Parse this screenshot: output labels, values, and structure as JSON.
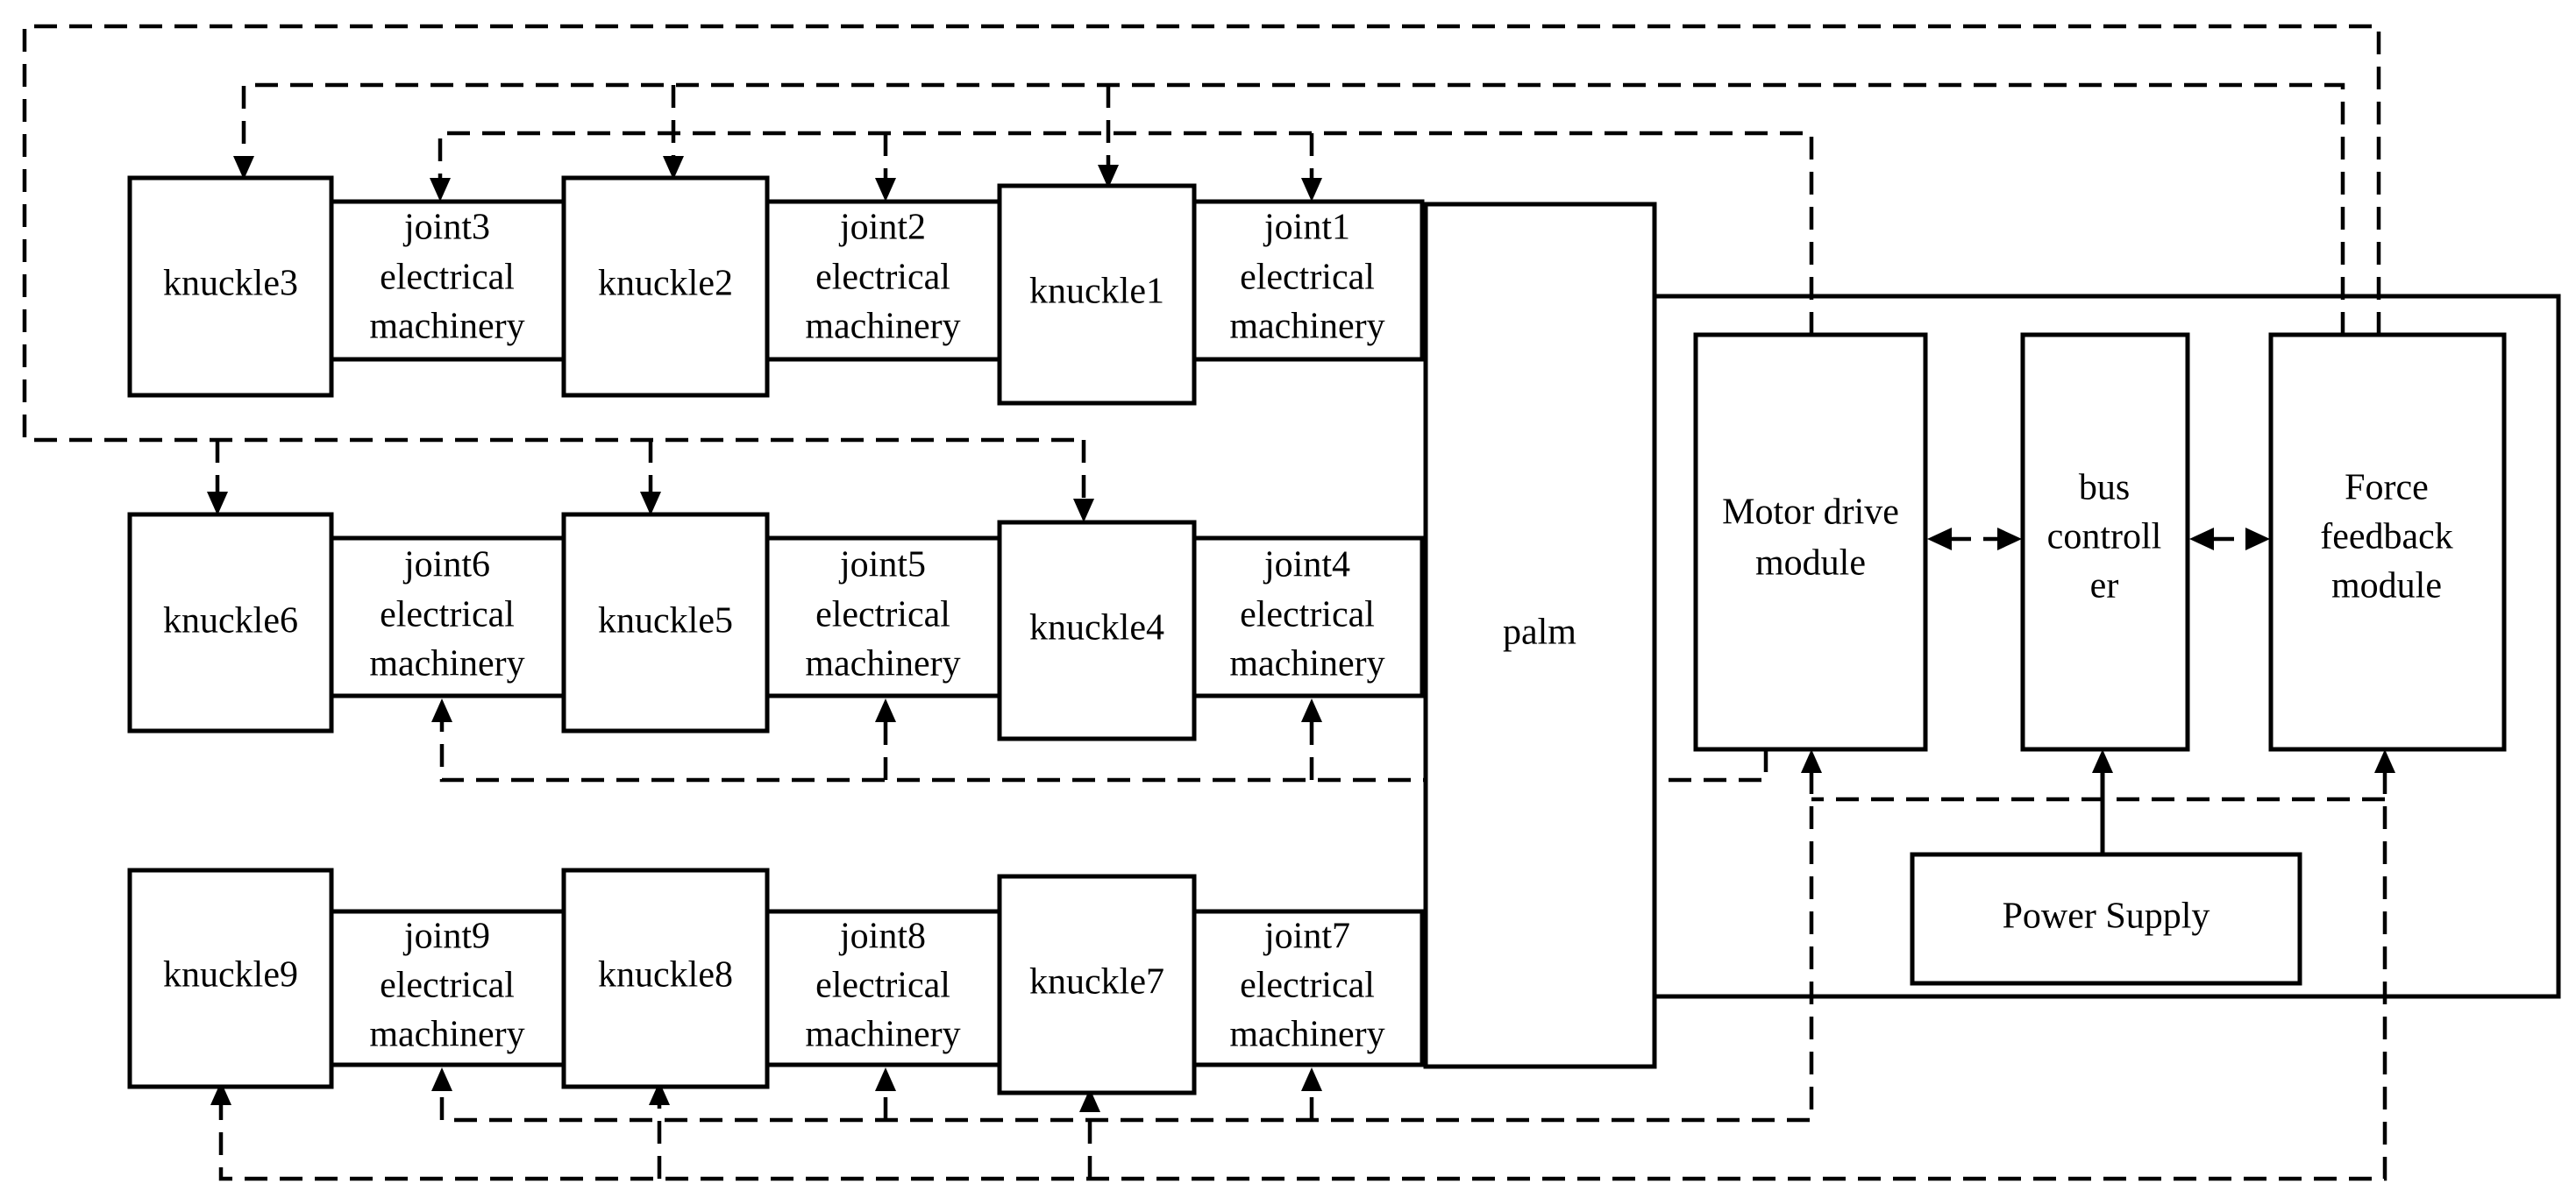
{
  "diagram": {
    "knuckles": {
      "k1": "knuckle1",
      "k2": "knuckle2",
      "k3": "knuckle3",
      "k4": "knuckle4",
      "k5": "knuckle5",
      "k6": "knuckle6",
      "k7": "knuckle7",
      "k8": "knuckle8",
      "k9": "knuckle9"
    },
    "joints": {
      "j1": [
        "joint1",
        "electrical",
        "machinery"
      ],
      "j2": [
        "joint2",
        "electrical",
        "machinery"
      ],
      "j3": [
        "joint3",
        "electrical",
        "machinery"
      ],
      "j4": [
        "joint4",
        "electrical",
        "machinery"
      ],
      "j5": [
        "joint5",
        "electrical",
        "machinery"
      ],
      "j6": [
        "joint6",
        "electrical",
        "machinery"
      ],
      "j7": [
        "joint7",
        "electrical",
        "machinery"
      ],
      "j8": [
        "joint8",
        "electrical",
        "machinery"
      ],
      "j9": [
        "joint9",
        "electrical",
        "machinery"
      ]
    },
    "palm": "palm",
    "motor_drive": [
      "Motor drive",
      "module"
    ],
    "bus_controller": [
      "bus",
      "controll",
      "er"
    ],
    "force_feedback": [
      "Force",
      "feedback",
      "module"
    ],
    "power_supply": "Power Supply"
  }
}
